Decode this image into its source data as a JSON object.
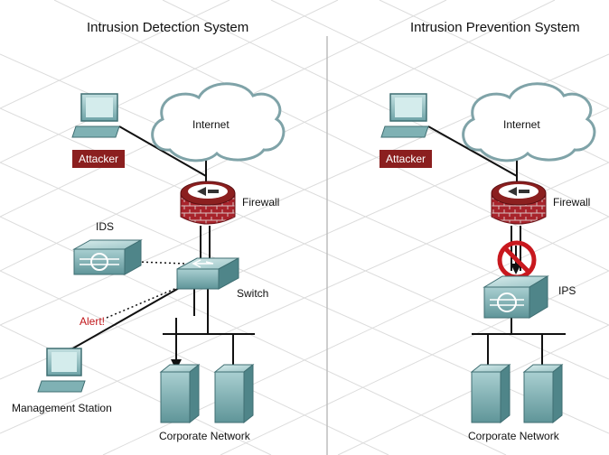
{
  "left": {
    "title": "Intrusion Detection System",
    "attacker": "Attacker",
    "internet": "Internet",
    "firewall": "Firewall",
    "ids": "IDS",
    "switch": "Switch",
    "alert": "Alert!",
    "management_station": "Management Station",
    "corporate_network": "Corporate Network"
  },
  "right": {
    "title": "Intrusion Prevention System",
    "attacker": "Attacker",
    "internet": "Internet",
    "firewall": "Firewall",
    "ips": "IPS",
    "corporate_network": "Corporate Network"
  },
  "colors": {
    "attacker_tag": "#8b1f1f",
    "alert_text": "#c0161a",
    "device_teal": "#7fb1b4",
    "firewall_brick": "#a8232b",
    "block_sign": "#c8181e"
  }
}
